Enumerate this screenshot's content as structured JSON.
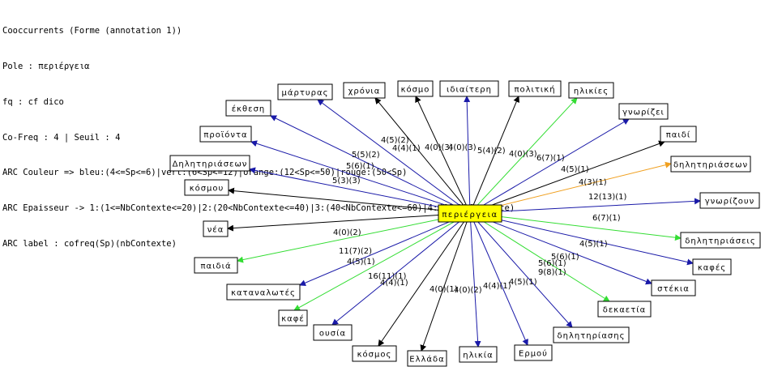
{
  "header": {
    "lines": [
      "Cooccurrents (Forme (annotation 1))",
      "Pole : περιέργεια",
      "fq : cf dico",
      "Co-Freq : 4 | Seuil : 4",
      "ARC Couleur => bleu:(4<=Sp<=6)|vert:(6<Sp<=12)|orange:(12<Sp<=50)|rouge:(50<Sp)",
      "ARC Epaisseur -> 1:(1<=NbContexte<=20)|2:(20<NbContexte<=40)|3:(40<NbContexte<=60)|4:(60<NbContexte)",
      "ARC label : cofreq(Sp)(nbContexte)"
    ]
  },
  "colors": {
    "blue": "#1a1aa8",
    "green": "#33dd33",
    "orange": "#f0a020",
    "black": "#000000",
    "center_fill": "#ffff00"
  },
  "center": {
    "label": "περιέργεια"
  },
  "nodes": [
    {
      "label": "έκθεση",
      "edge": "5(5)(2)",
      "color": "blue"
    },
    {
      "label": "μάρτυρας",
      "edge": "4(5)(2)",
      "color": "blue"
    },
    {
      "label": "χρόνια",
      "edge": "4(4)(1)",
      "color": "black"
    },
    {
      "label": "κόσμο",
      "edge": "4(0)(3)",
      "color": "black"
    },
    {
      "label": "ιδιαίτερη",
      "edge": "4(0)(3)",
      "color": "blue"
    },
    {
      "label": "πολιτική",
      "edge": "5(4)(2)",
      "color": "black"
    },
    {
      "label": "ηλικίες",
      "edge": "4(0)(3)",
      "color": "green"
    },
    {
      "label": "γνωρίζει",
      "edge": "6(7)(1)",
      "color": "blue"
    },
    {
      "label": "παιδί",
      "edge": "4(5)(1)",
      "color": "black"
    },
    {
      "label": "δηλητηριάσεων",
      "edge": "4(3)(1)",
      "color": "orange"
    },
    {
      "label": "προϊόντα",
      "edge": "5(6)(1)",
      "color": "blue"
    },
    {
      "label": "Δηλητηριάσεων",
      "edge": "5(3)(3)",
      "color": "blue"
    },
    {
      "label": "κόσμου",
      "edge": "",
      "color": "black"
    },
    {
      "label": "γνωρίζουν",
      "edge": "12(13)(1)",
      "color": "blue"
    },
    {
      "label": "δηλητηριάσεις",
      "edge": "6(7)(1)",
      "color": "green"
    },
    {
      "label": "νέα",
      "edge": "4(0)(2)",
      "color": "black"
    },
    {
      "label": "παιδιά",
      "edge": "11(7)(2)",
      "color": "green"
    },
    {
      "label": "καφές",
      "edge": "4(5)(1)",
      "color": "blue"
    },
    {
      "label": "στέκια",
      "edge": "5(6)(1)",
      "color": "blue"
    },
    {
      "label": "καταναλωτές",
      "edge": "4(5)(1)",
      "color": "blue"
    },
    {
      "label": "δεκαετία",
      "edge": "9(8)(1)",
      "color": "green"
    },
    {
      "label": "καφέ",
      "edge": "16(11)(1)",
      "color": "green"
    },
    {
      "label": "ουσία",
      "edge": "4(4)(1)",
      "color": "blue"
    },
    {
      "label": "κόσμος",
      "edge": "4(0)(1)",
      "color": "black"
    },
    {
      "label": "Ελλάδα",
      "edge": "4(0)(2)",
      "color": "black"
    },
    {
      "label": "ηλικία",
      "edge": "4(4)(1)",
      "color": "blue"
    },
    {
      "label": "Ερμού",
      "edge": "4(5)(1)",
      "color": "blue"
    },
    {
      "label": "δηλητηρίασης",
      "edge": "5(6)(1)",
      "color": "blue"
    }
  ]
}
